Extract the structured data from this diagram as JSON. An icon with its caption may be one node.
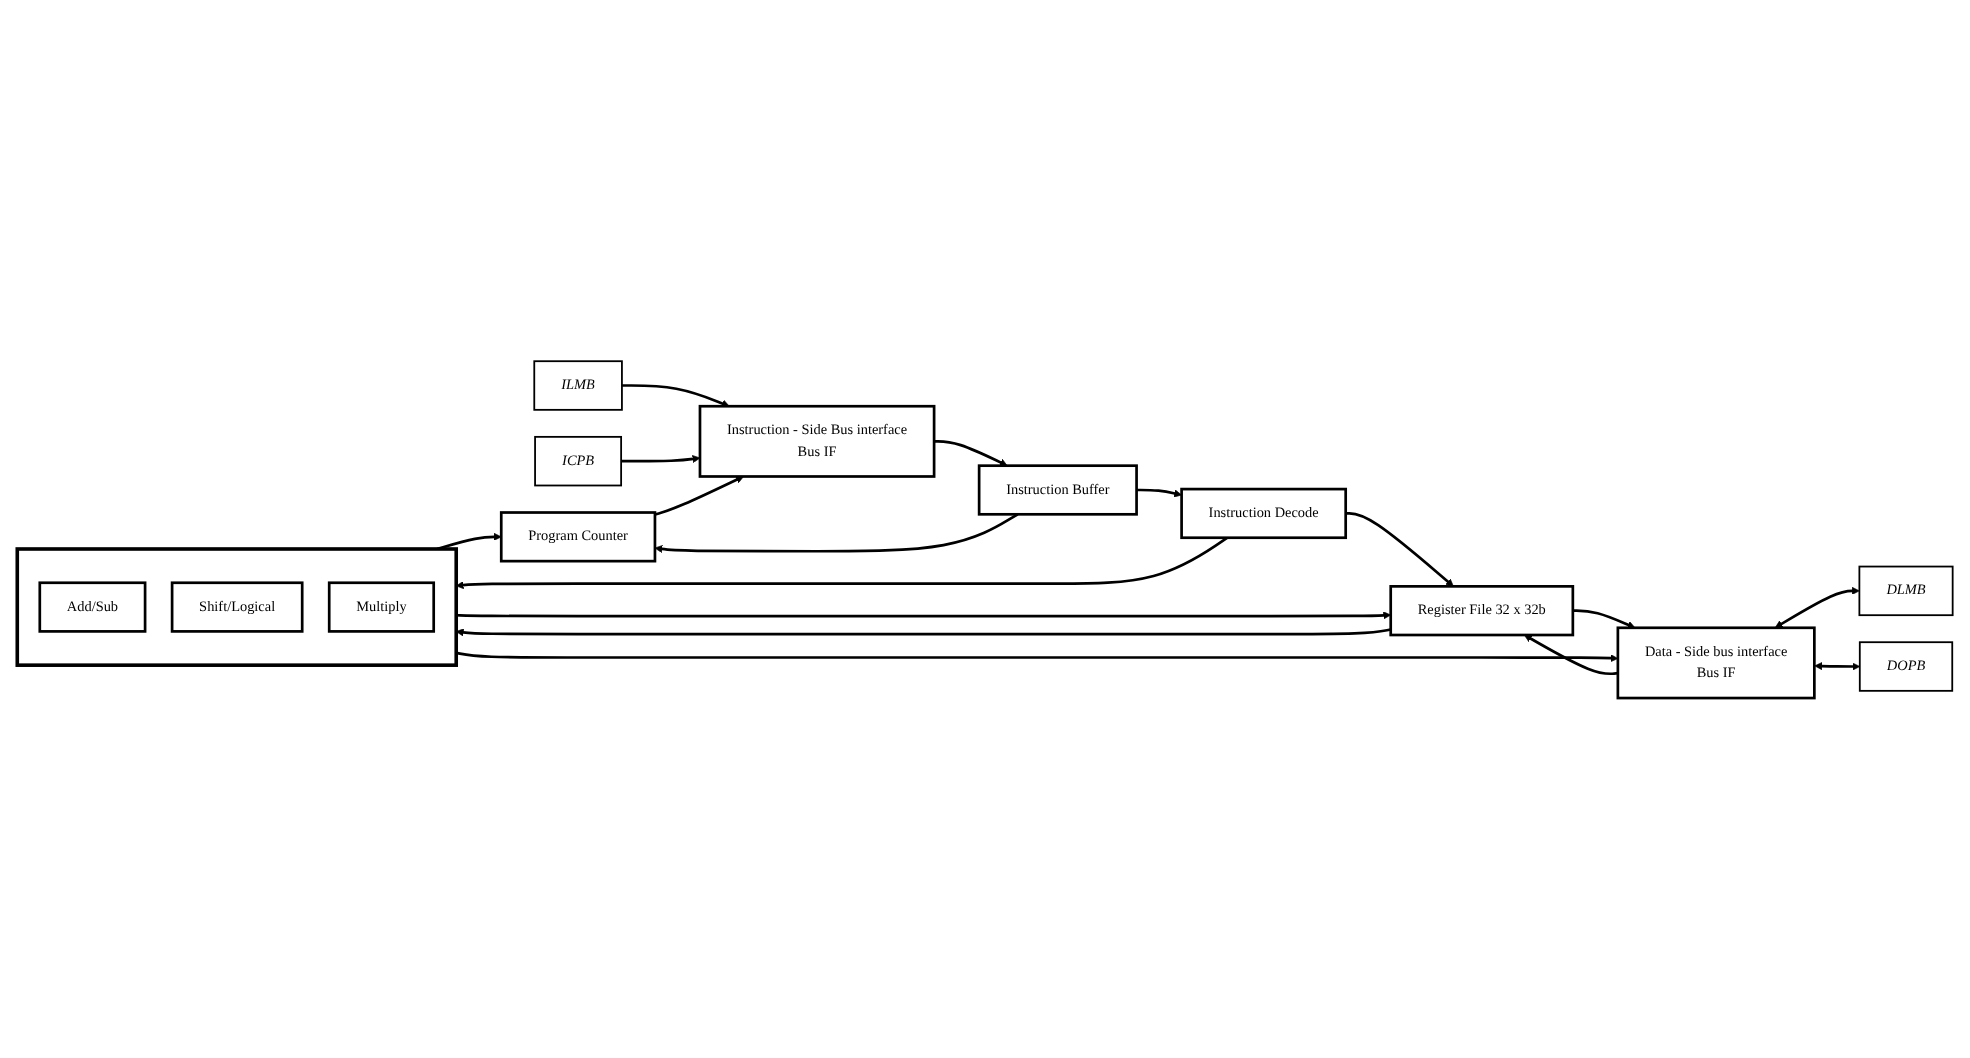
{
  "diagram": {
    "nodes": [
      {
        "text": [
          "ILMB"
        ]
      },
      {
        "text": [
          "ICPB"
        ]
      },
      {
        "text": [
          "Instruction - Side Bus interface",
          "Bus IF"
        ]
      },
      {
        "text": [
          "Program Counter"
        ]
      },
      {
        "text": [
          "Instruction Buffer"
        ]
      },
      {
        "text": [
          "Instruction Decode"
        ]
      },
      {
        "text": [],
        "shape": "box"
      },
      {
        "text": [
          "Add/Sub"
        ],
        "in": 6
      },
      {
        "text": [
          "Shift/Logical"
        ],
        "in": 6
      },
      {
        "text": [
          "Multiply"
        ],
        "in": 6
      },
      {
        "text": [
          "Register File 32 x 32b"
        ]
      },
      {
        "text": [
          "Data - Side bus interface",
          "Bus IF"
        ]
      },
      {
        "text": [
          "DLMB"
        ]
      },
      {
        "text": [
          "DOPB"
        ]
      }
    ],
    "edges": [
      {
        "from": 0,
        "to": 2,
        "arrow": "to"
      },
      {
        "from": 1,
        "to": 2,
        "arrow": "to"
      },
      {
        "from": 3,
        "to": 2,
        "arrow": "to"
      },
      {
        "from": 2,
        "to": 4,
        "arrow": "to"
      },
      {
        "from": 4,
        "to": 3,
        "arrow": "to"
      },
      {
        "from": 6,
        "to": 3,
        "arrow": "to"
      },
      {
        "from": 4,
        "to": 5,
        "arrow": "to"
      },
      {
        "from": 5,
        "to": 6,
        "arrow": "to"
      },
      {
        "from": 5,
        "to": 10,
        "arrow": "to"
      },
      {
        "from": 10,
        "to": 6,
        "arrow": "to"
      },
      {
        "from": 6,
        "to": 10,
        "arrow": "to"
      },
      {
        "from": 6,
        "to": 11,
        "arrow": "to"
      },
      {
        "from": 11,
        "to": 10,
        "arrow": "to"
      },
      {
        "from": 10,
        "to": 11,
        "arrow": "to"
      },
      {
        "from": 11,
        "to": 12,
        "arrow": "both"
      },
      {
        "from": 11,
        "to": 13,
        "arrow": "both"
      }
    ]
  }
}
